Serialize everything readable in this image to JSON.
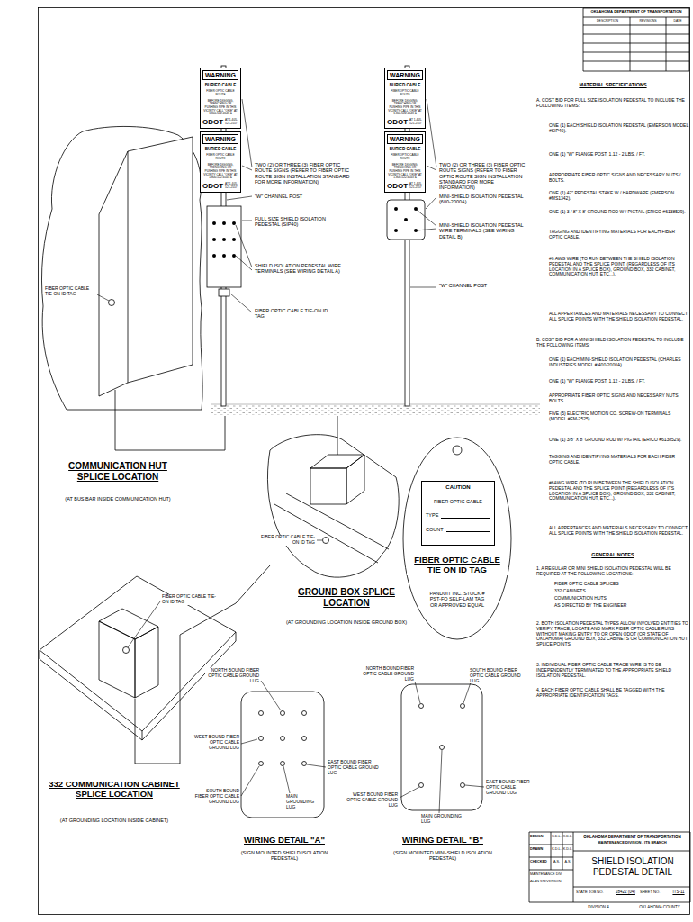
{
  "diagram": {
    "title": "SHIELD ISOLATION PEDESTAL DETAIL",
    "nodes": [
      {
        "text": [
          "WARNING",
          "BURIED CABLE",
          "FIBER OPTIC CABLE ROUTE",
          "BEFORE DIGGING, TRENCHING OR PUSHING PIPE IN THIS VICINITY CALL \"OKIE\" AT 1-800-522-6543 &",
          "ODOT",
          "AT 1-405-521-2557"
        ]
      },
      {
        "text": [
          "WARNING",
          "BURIED CABLE",
          "FIBER OPTIC CABLE ROUTE",
          "BEFORE DIGGING, TRENCHING OR PUSHING PIPE IN THIS VICINITY CALL \"OKIE\" AT 1-800-522-6543 &",
          "ODOT",
          "AT 1-405-521-2557"
        ]
      },
      {
        "text": [
          "WARNING",
          "BURIED CABLE",
          "FIBER OPTIC CABLE ROUTE",
          "BEFORE DIGGING, TRENCHING OR PUSHING PIPE IN THIS VICINITY CALL \"OKIE\" AT 1-800-522-6543 &",
          "ODOT",
          "AT 1-405-521-2557"
        ]
      },
      {
        "text": [
          "WARNING",
          "BURIED CABLE",
          "FIBER OPTIC CABLE ROUTE",
          "BEFORE DIGGING, TRENCHING OR PUSHING PIPE IN THIS VICINITY CALL \"OKIE\" AT 1-800-522-6543 &",
          "ODOT",
          "AT 1-405-521-2557"
        ]
      },
      {
        "text": [
          "CAUTION",
          "FIBER OPTIC CABLE",
          "TYPE",
          "COUNT"
        ]
      }
    ],
    "labels": [
      "OKLAHOMA DEPARTMENT OF TRANSPORTATION",
      "DESCRIPTION",
      "REVISIONS",
      "DATE",
      "TWO (2) OR THREE (3) FIBER OPTIC ROUTE SIGNS (REFER TO FIBER OPTIC ROUTE SIGN INSTALLATION STANDARD FOR MORE INFORMATION)",
      "\"W\" CHANNEL POST",
      "FULL SIZE SHIELD ISOLATION PEDESTAL (SIP40)",
      "SHIELD ISOLATION PEDESTAL WIRE TERMINALS (SEE WIRING DETAIL A)",
      "FIBER OPTIC CABLE TIE-ON ID TAG",
      "TWO (2) OR THREE (3) FIBER OPTIC ROUTE SIGNS (REFER TO FIBER OPTIC ROUTE SIGN INSTALLATION STANDARD FOR MORE INFORMATION)",
      "MINI-SHIELD ISOLATION PEDESTAL (600-2000A)",
      "MINI-SHIELD ISOLATION PEDESTAL WIRE TERMINALS (SEE WIRING DETAIL B)",
      "\"W\" CHANNEL POST",
      "FIBER OPTIC CABLE TIE-ON ID TAG",
      "COMMUNICATION HUT SPLICE LOCATION",
      "(AT BUS BAR INSIDE COMMUNICATION HUT)",
      "FIBER OPTIC CABLE TIE-ON ID TAG",
      "GROUND BOX SPLICE LOCATION",
      "(AT GROUNDING LOCATION INSIDE GROUND BOX)",
      "FIBER OPTIC CABLE TIE ON ID TAG",
      "PANDUIT INC. STOCK # PST-FO SELF-LAM TAG OR APPROVED EQUAL",
      "FIBER OPTIC CABLE TIE-ON ID TAG",
      "332 COMMUNICATION CABINET SPLICE LOCATION",
      "(AT GROUNDING LOCATION INSIDE CABINET)",
      "NORTH BOUND FIBER OPTIC CABLE GROUND LUG",
      "WEST BOUND FIBER OPTIC CABLE GROUND LUG",
      "EAST BOUND FIBER OPTIC CABLE GROUND LUG",
      "SOUTH BOUND FIBER OPTIC CABLE GROUND LUG",
      "MAIN GROUNDING LUG",
      "WIRING DETAIL \"A\"",
      "(SIGN MOUNTED SHIELD ISOLATION PEDESTAL)",
      "NORTH BOUND FIBER OPTIC CABLE GROUND LUG",
      "SOUTH BOUND FIBER OPTIC CABLE GROUND LUG",
      "WEST BOUND FIBER OPTIC CABLE GROUND LUG",
      "MAIN GROUNDING LUG",
      "EAST BOUND FIBER OPTIC CABLE GROUND LUG",
      "WIRING DETAIL \"B\"",
      "(SIGN MOUNTED MINI-SHIELD ISOLATION PEDESTAL)",
      "MATERIAL SPECIFICATIONS",
      "A. COST BID FOR FULL SIZE ISOLATION PEDESTAL TO INCLUDE THE FOLLOWING ITEMS:",
      "ONE (1) EACH SHIELD ISOLATION PEDESTAL (EMERSON MODEL #SIP40).",
      "ONE (1) \"W\" FLANGE POST, 1.12 - 2 LBS. / FT.",
      "APPROPRIATE FIBER OPTIC SIGNS AND NECESSARY NUTS / BOLTS.",
      "ONE (1) 42\" PEDESTAL STAKE W / HARDWARE (EMERSON #MS1342).",
      "ONE (1) 3 / 8\" X 8' GROUND ROD W / PIGTAIL (ERICO #6138529).",
      "TAGGING AND IDENTIFYING MATERIALS FOR EACH FIBER OPTIC CABLE.",
      "#6 AWG WIRE (TO RUN BETWEEN THE SHIELD ISOLATION PEDESTAL AND THE SPLICE POINT, (REGARDLESS OF ITS LOCATION IN A SPLICE BOX), GROUND BOX, 332 CABINET, COMMUNICATION HUT, ETC...).",
      "ALL APPERTANCES AND MATERIALS NECESSARY TO CONNECT ALL SPLICE POINTS WITH THE SHIELD ISOLATION PEDESTAL.",
      "B. COST BID FOR A MINI-SHIELD ISOLATION PEDESTAL TO INCLUDE THE FOLLOWING ITEMS:",
      "ONE (1) EACH MINI-SHIELD ISOLATION PEDESTAL (CHARLES INDUSTRIES MODEL # 400-2000A).",
      "ONE (1) \"W\" FLANGE POST, 1.12 - 2 LBS. / FT.",
      "APPROPRIATE FIBER OPTIC SIGNS AND NECESSARY NUTS, BOLTS.",
      "FIVE (5) ELECTRIC MOTION CO. SCREW-ON TERMINALS (MODEL #EM-2525).",
      "ONE (1) 3/8\" X 8' GROUND ROD W/ PIGTAIL (ERICO #6138529).",
      "TAGGING AND IDENTIFYING MATERIALS FOR EACH FIBER OPTIC CABLE.",
      "#6AWG WIRE (TO RUN BETWEEN THE SHIELD ISOLATION PEDESTAL AND THE SPLICE POINT (REGARDLESS OF ITS LOCATION IN A SPLICE BOX), GROUND BOX, 332 CABINET, COMMUNICATION HUT, ETC...).",
      "ALL APPERTANCES AND MATERIALS NECESSARY TO CONNECT ALL SPLICE POINTS WITH THE SHIELD ISOLATION PEDESTAL.",
      "GENERAL NOTES",
      "1. A REGULAR OR MINI SHIELD ISOLATION PEDESTAL WILL BE REQUIRED AT THE FOLLOWING LOCATIONS:",
      "FIBER OPTIC CABLE SPLICES",
      "332 CABINETS",
      "COMMUNICATION HUTS",
      "AS DIRECTED BY THE ENGINEER",
      "2. BOTH ISOLATION PEDESTAL TYPES ALLOW INVOLVED ENTITIES TO VERIFY, TRACE, LOCATE AND MARK FIBER OPTIC CABLE RUNS WITHOUT MAKING ENTRY TO OR OPEN ODOT (OR STATE OF OKLAHOMA) GROUND BOX, 332 CABINETS OR COMMUNICATION HUT SPLICE POINTS.",
      "3. INDIVIDUAL FIBER OPTIC CABLE TRACE WIRE IS TO BE INDEPENDENTLY TERMINATED TO THE APPROPRIATE SHIELD ISOLATION PEDESTAL.",
      "4. EACH FIBER OPTIC CABLE SHALL BE TAGGED WITH THE APPROPRIATE IDENTIFICATION TAGS.",
      "DESIGN",
      "K.D.L.",
      "K.D.L.",
      "DRAWN",
      "K.D.L.",
      "K.D.L.",
      "CHECKED",
      "A.S.",
      "A.S.",
      "MAINTENANCE DIV.",
      "ALAN STEVENSON",
      "OKLAHOMA DEPARTMENT OF TRANSPORTATION",
      "MAINTENANCE DIVISION - ITS BRANCH",
      "STATE JOB NO.",
      "28422 (04)",
      "SHEET NO.",
      "ITS-11",
      "DIVISION 4",
      "OKLAHOMA COUNTY"
    ]
  }
}
